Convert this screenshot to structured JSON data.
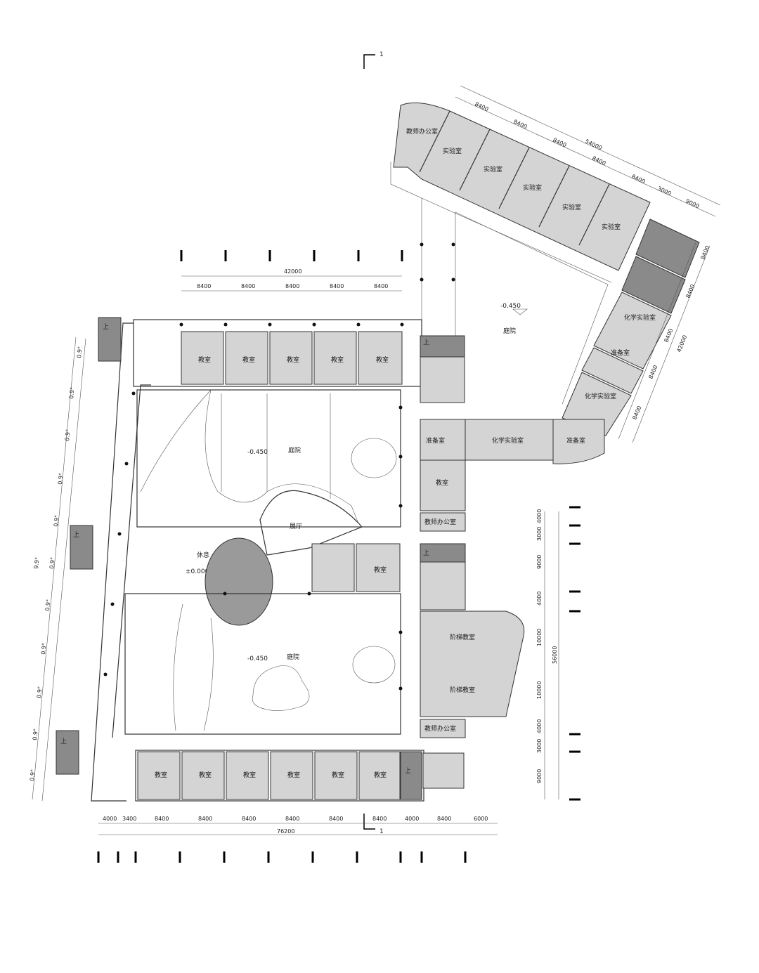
{
  "section_marker": "1",
  "labels": {
    "teacher_office": "教师办公室",
    "lab": "实验室",
    "chem_lab": "化学实验室",
    "prep_room": "准备室",
    "classroom": "教室",
    "courtyard": "庭院",
    "exhibition_hall": "展厅",
    "rest_area": "休息",
    "lecture_hall": "阶梯教室",
    "up": "上"
  },
  "levels": {
    "courtyard_level": "-0.450",
    "ground_level": "±0.000"
  },
  "dimensions": {
    "top_total": "42000",
    "top_bays": [
      "8400",
      "8400",
      "8400",
      "8400",
      "8400"
    ],
    "bottom_total": "76200",
    "bottom_bays": [
      "4000",
      "3400",
      "8400",
      "8400",
      "8400",
      "8400",
      "8400",
      "8400",
      "4000",
      "8400",
      "6000"
    ],
    "right_total": "56000",
    "right_bays": [
      "4000",
      "3000",
      "9000",
      "4000",
      "10000",
      "10000",
      "4000",
      "3000",
      "9000"
    ],
    "lab_wing_total": "54000",
    "lab_wing_bays": [
      "8400",
      "8400",
      "8400",
      "8400",
      "8400",
      "3000",
      "9000"
    ],
    "chem_wing_total": "42000",
    "chem_wing_bays": [
      "8400",
      "8400",
      "8400",
      "8400",
      "8400"
    ],
    "left_total": "9.9°",
    "left_bays": [
      "0.9°",
      "0.9°",
      "0.9°",
      "0.9°",
      "0.9°",
      "0.9°",
      "0.9°",
      "0.9°",
      "0.9°",
      "0.9°",
      "0.9°"
    ]
  }
}
